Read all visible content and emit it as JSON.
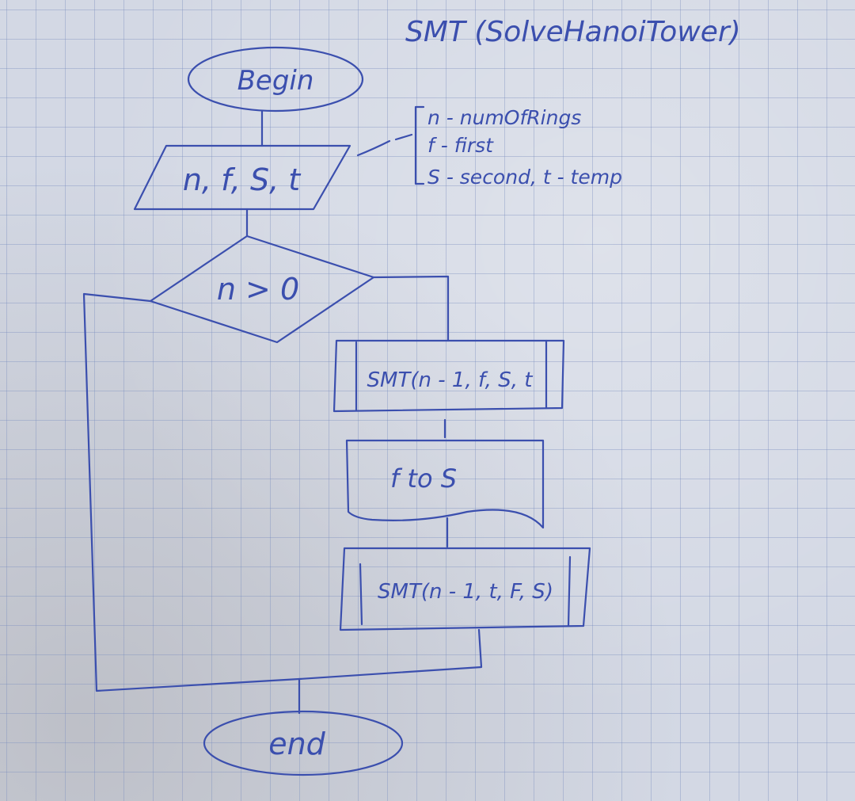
{
  "title": "SMT (SolveHanoiTower)",
  "ink_color": "#3b4fae",
  "paper_color": "#d3d8e4",
  "grid_color": "#8c9cc8",
  "nodes": {
    "begin": "Begin",
    "input": "n, f, S, t",
    "condition": "n > 0",
    "call_1": "SMT(n - 1, f, S, t",
    "move": "f to S",
    "call_2": "SMT(n - 1, t, F, S)",
    "end": "end"
  },
  "legend": {
    "line_1": "n - numOfRings",
    "line_2": "f - first",
    "line_3": "S - second, t - temp"
  }
}
